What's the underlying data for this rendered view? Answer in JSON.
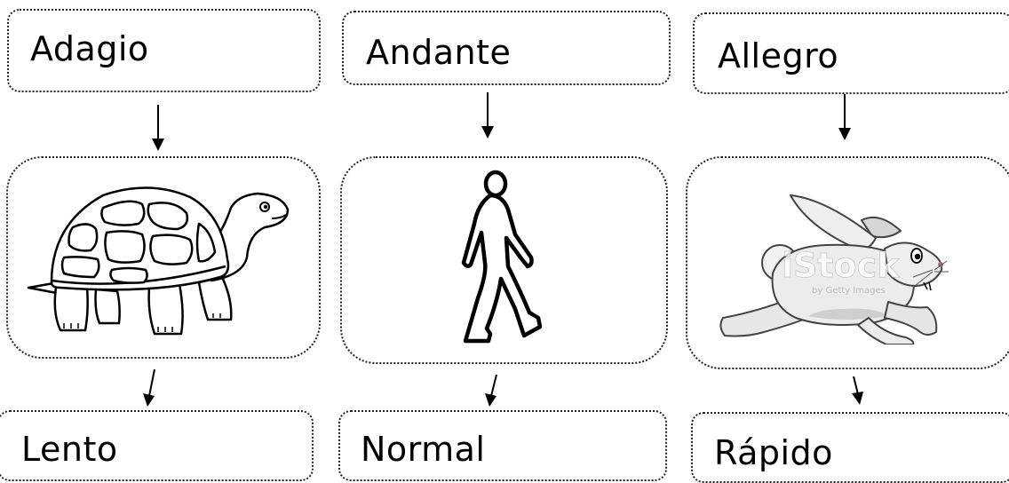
{
  "columns": [
    {
      "term": "Adagio",
      "meaning": "Lento",
      "picture": "tortoise-illustration"
    },
    {
      "term": "Andante",
      "meaning": "Normal",
      "picture": "walking-person-illustration"
    },
    {
      "term": "Allegro",
      "meaning": "Rápido",
      "picture": "running-rabbit-illustration"
    }
  ],
  "watermark": {
    "text": "iStock",
    "subtext": "by Getty Images"
  }
}
